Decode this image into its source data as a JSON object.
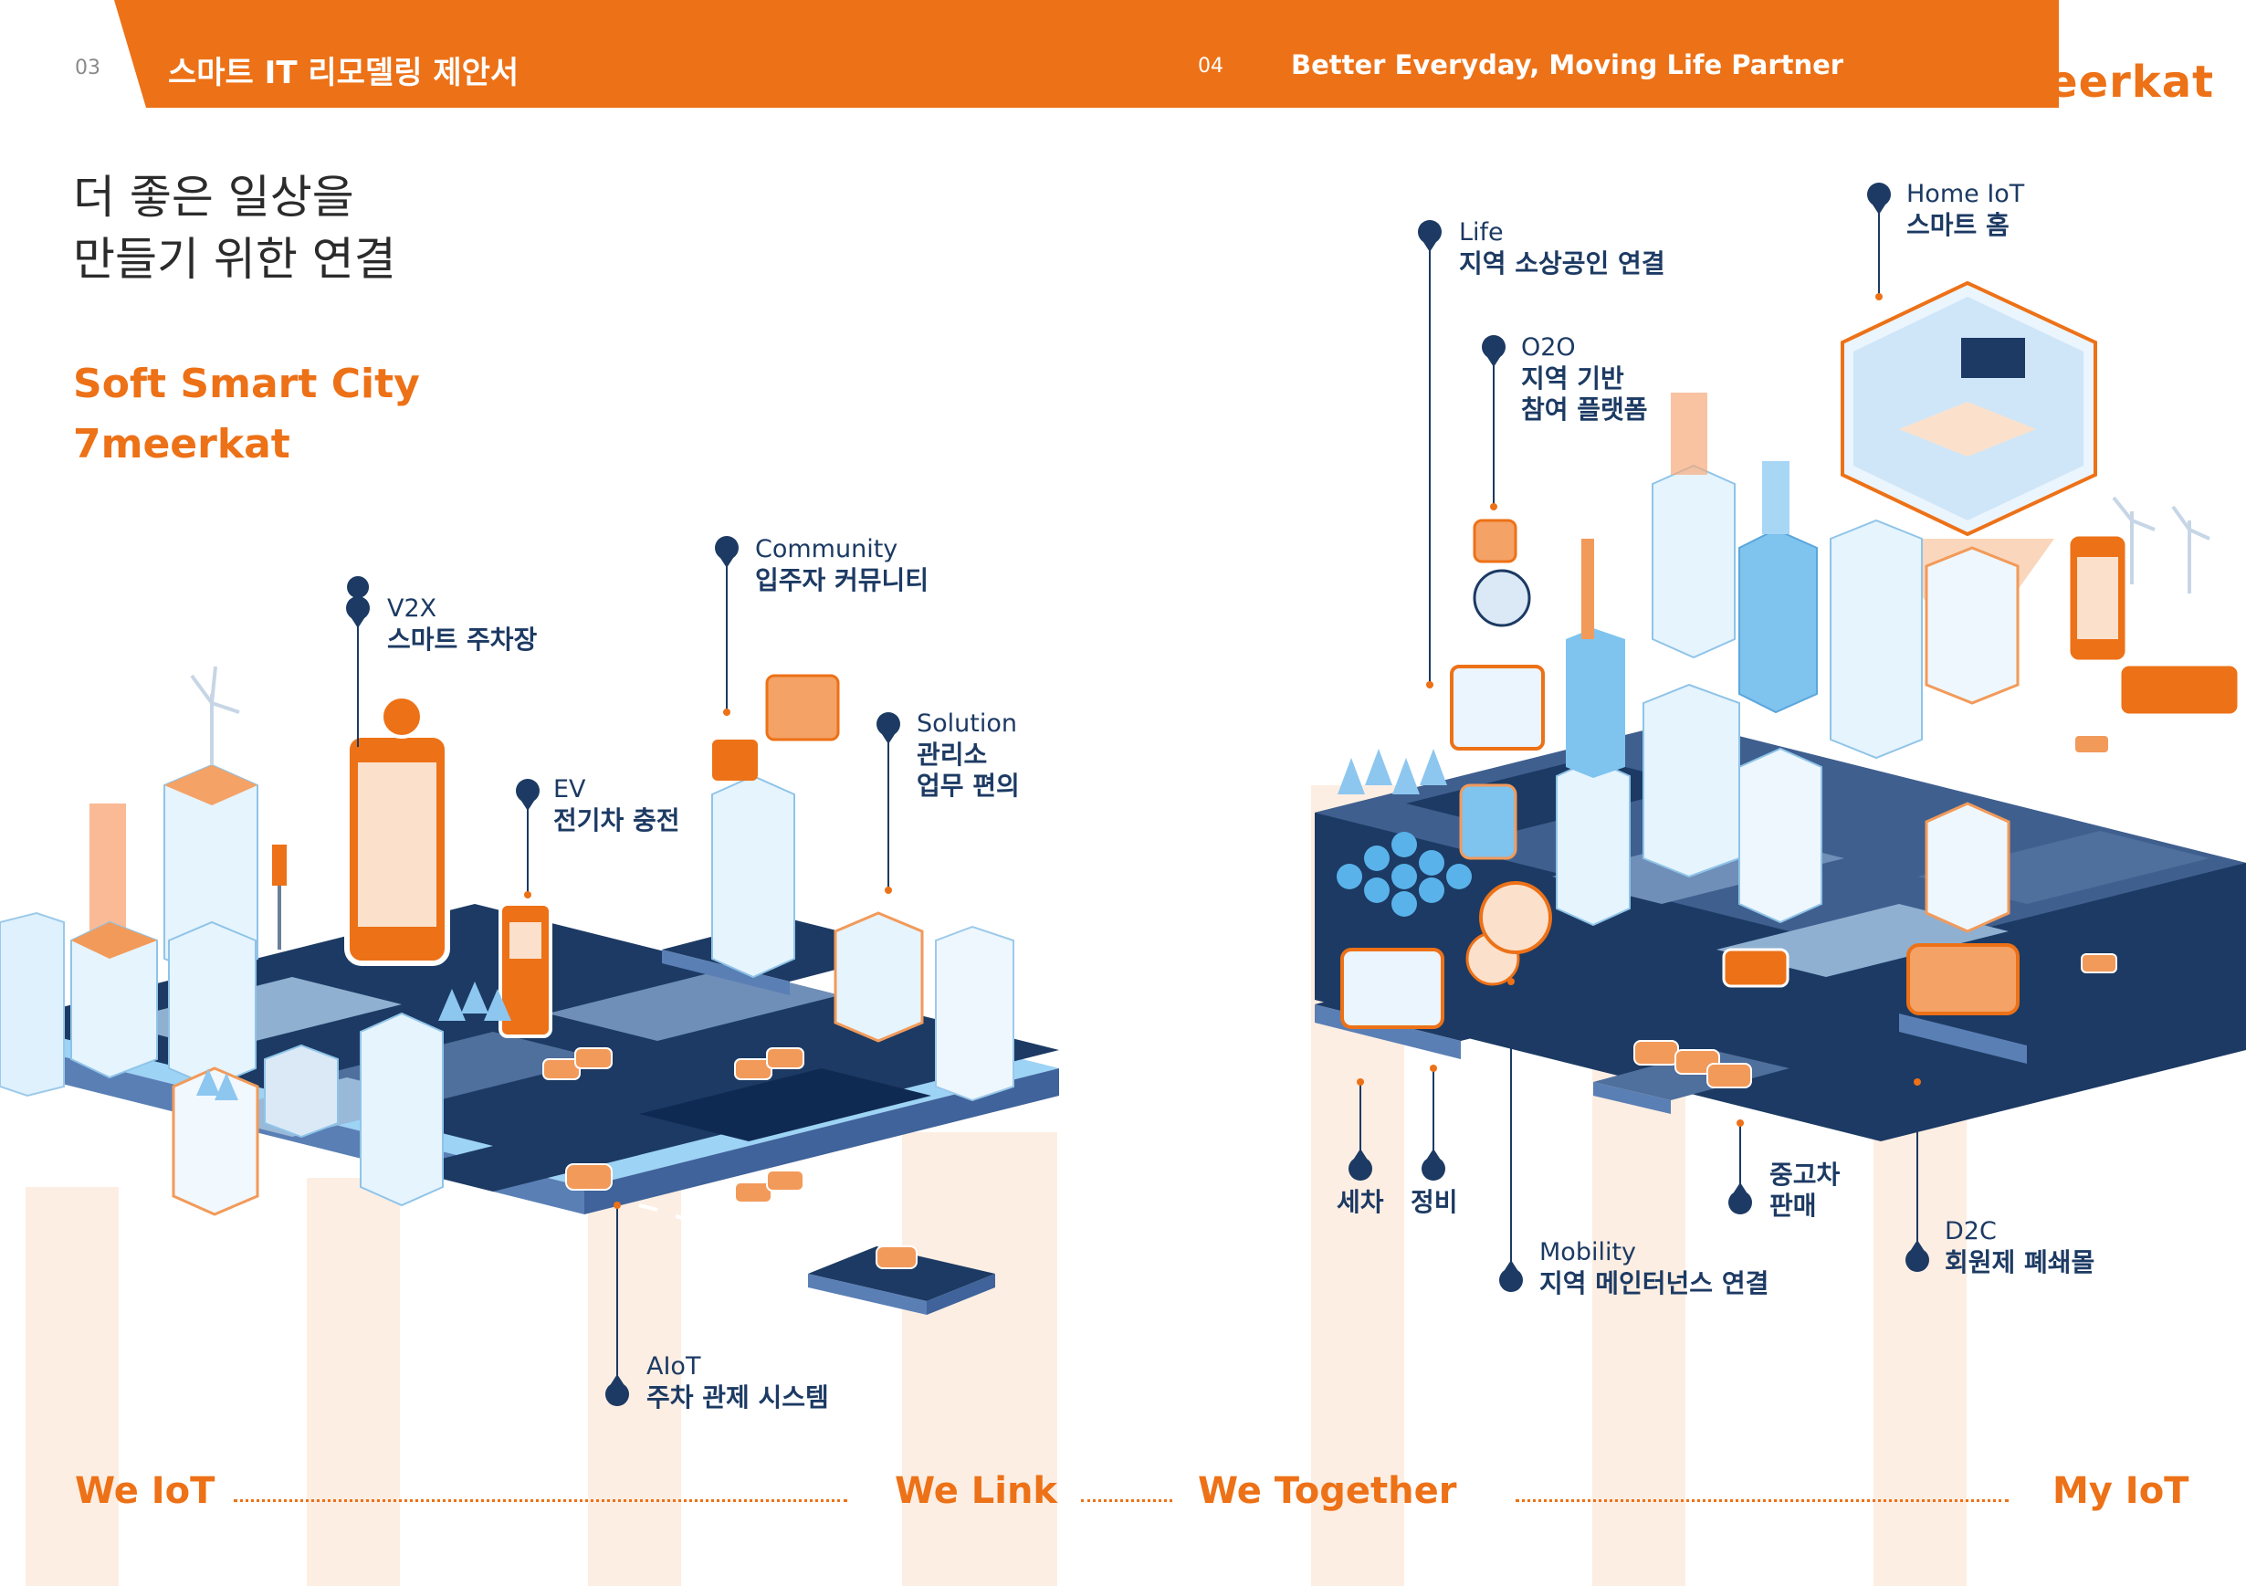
{
  "header": {
    "left_page_number": "03",
    "left_title": "스마트 IT 리모델링 제안서",
    "right_page_number": "04",
    "right_title": "Better Everyday, Moving Life Partner",
    "logo_text": "meerkat"
  },
  "intro": {
    "line1": "더 좋은 일상을",
    "line2": "만들기 위한 연결",
    "title_line1": "Soft Smart City",
    "title_line2": "7meerkat"
  },
  "callouts": {
    "v2x": {
      "en": "V2X",
      "ko": "스마트 주차장"
    },
    "community": {
      "en": "Community",
      "ko": "입주자 커뮤니티"
    },
    "ev": {
      "en": "EV",
      "ko": "전기차 충전"
    },
    "solution": {
      "en": "Solution",
      "ko1": "관리소",
      "ko2": "업무 편의"
    },
    "aiot": {
      "en": "AIoT",
      "ko": "주차 관제 시스템"
    },
    "life": {
      "en": "Life",
      "ko": "지역 소상공인 연결"
    },
    "o2o": {
      "en": "O2O",
      "ko1": "지역 기반",
      "ko2": "참여 플랫폼"
    },
    "home_iot": {
      "en": "Home IoT",
      "ko": "스마트 홈"
    },
    "carwash": {
      "ko": "세차"
    },
    "repair": {
      "ko": "정비"
    },
    "used_car": {
      "ko1": "중고차",
      "ko2": "판매"
    },
    "mobility": {
      "en": "Mobility",
      "ko": "지역 메인터넌스 연결"
    },
    "d2c": {
      "en": "D2C",
      "ko": "회원제 폐쇄몰"
    }
  },
  "bottom": {
    "we_iot": "We IoT",
    "we_link": "We Link",
    "we_together": "We Together",
    "my_iot": "My IoT"
  },
  "colors": {
    "accent_orange": "#ed7117",
    "navy": "#1c3a63",
    "light_blue": "#bfe3fb",
    "pale_orange": "#fdeee3"
  }
}
